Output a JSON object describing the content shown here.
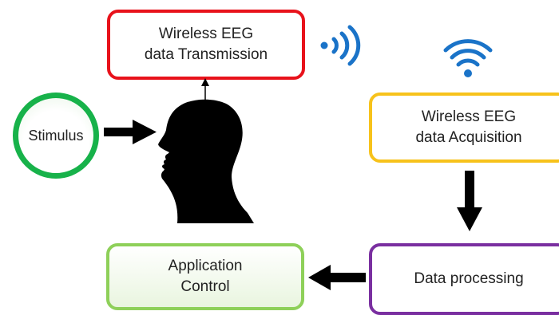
{
  "nodes": {
    "transmission": "Wireless EEG\ndata Transmission",
    "acquisition": "Wireless EEG\ndata Acquisition",
    "processing": "Data processing",
    "application": "Application\nControl",
    "stimulus": "Stimulus"
  },
  "icons": {
    "transmission_signal": "wireless-signal-icon",
    "acquisition_signal": "wifi-icon",
    "head": "human-head-silhouette-icon"
  },
  "colors": {
    "transmission": "#e8121b",
    "acquisition": "#f7c21b",
    "processing": "#7a2fa0",
    "application": "#8ed059",
    "stimulus": "#17b24a",
    "wireless": "#1a73c8"
  }
}
